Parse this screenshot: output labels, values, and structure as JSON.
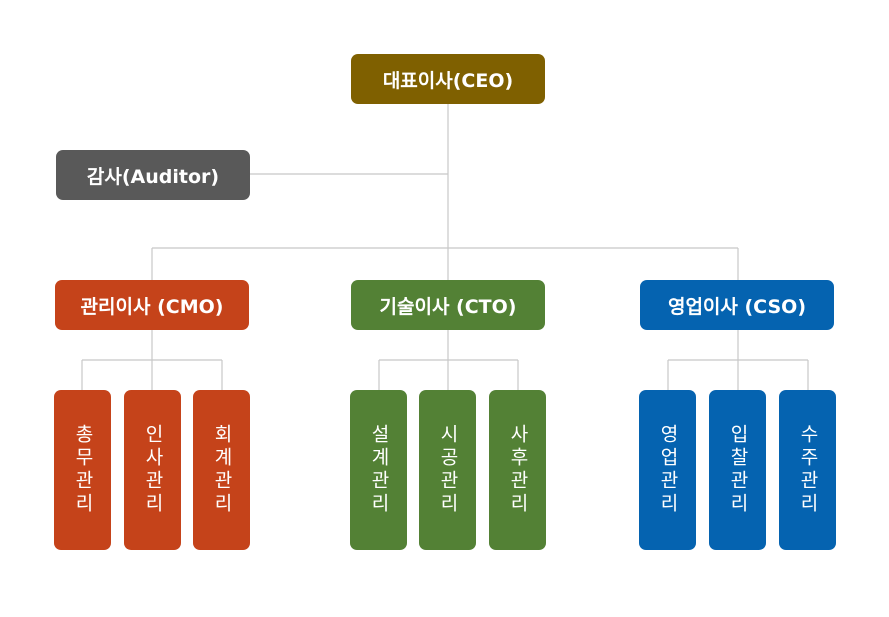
{
  "colors": {
    "ceo": "#7f6000",
    "auditor": "#595959",
    "cmo": "#c5431a",
    "cto": "#538135",
    "cso": "#0563b0",
    "connector": "#c8c8c8"
  },
  "ceo": {
    "label": "대표이사(CEO)"
  },
  "auditor": {
    "label": "감사(Auditor)"
  },
  "cmo": {
    "label": "관리이사 (CMO)",
    "units": [
      "총무관리",
      "인사관리",
      "회계관리"
    ]
  },
  "cto": {
    "label": "기술이사 (CTO)",
    "units": [
      "설계관리",
      "시공관리",
      "사후관리"
    ]
  },
  "cso": {
    "label": "영업이사 (CSO)",
    "units": [
      "영업관리",
      "입찰관리",
      "수주관리"
    ]
  }
}
